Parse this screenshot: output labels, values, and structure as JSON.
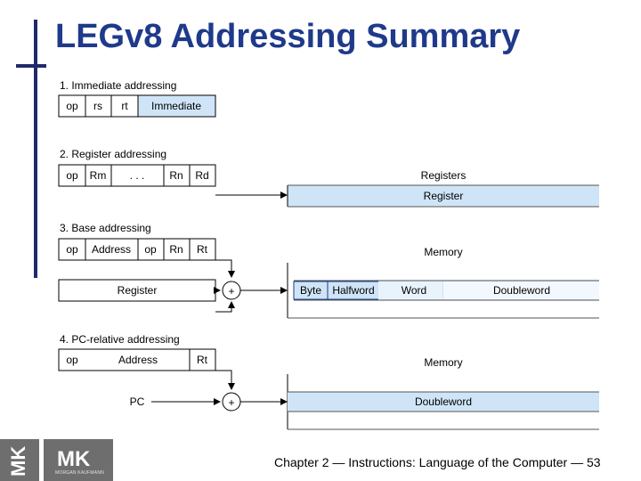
{
  "title": "LEGv8 Addressing Summary",
  "footer": "Chapter 2 — Instructions: Language of the Computer — 53",
  "logo": {
    "mark": "MK",
    "publisher": "MORGAN KAUFMANN"
  },
  "sections": {
    "immediate": {
      "label": "1.  Immediate addressing",
      "fields": [
        "op",
        "rs",
        "rt",
        "Immediate"
      ]
    },
    "register": {
      "label": "2. Register addressing",
      "fields": [
        "op",
        "Rm",
        ". . .",
        "Rn",
        "Rd"
      ],
      "target_label": "Registers",
      "target_box": "Register"
    },
    "base": {
      "label": "3.  Base addressing",
      "fields": [
        "op",
        "Address",
        "op",
        "Rn",
        "Rt"
      ],
      "register_box": "Register",
      "adder": "+",
      "target_label": "Memory",
      "memory_cells": [
        "Byte",
        "Halfword",
        "Word",
        "Doubleword"
      ]
    },
    "pc_relative": {
      "label": "4.  PC-relative addressing",
      "fields": [
        "op",
        "Address",
        "Rt"
      ],
      "pc_label": "PC",
      "adder": "+",
      "target_label": "Memory",
      "target_box": "Doubleword"
    }
  },
  "colors": {
    "highlight": "#cfe5f7",
    "title": "#1f3a8a",
    "rule": "#1f2a6b"
  }
}
